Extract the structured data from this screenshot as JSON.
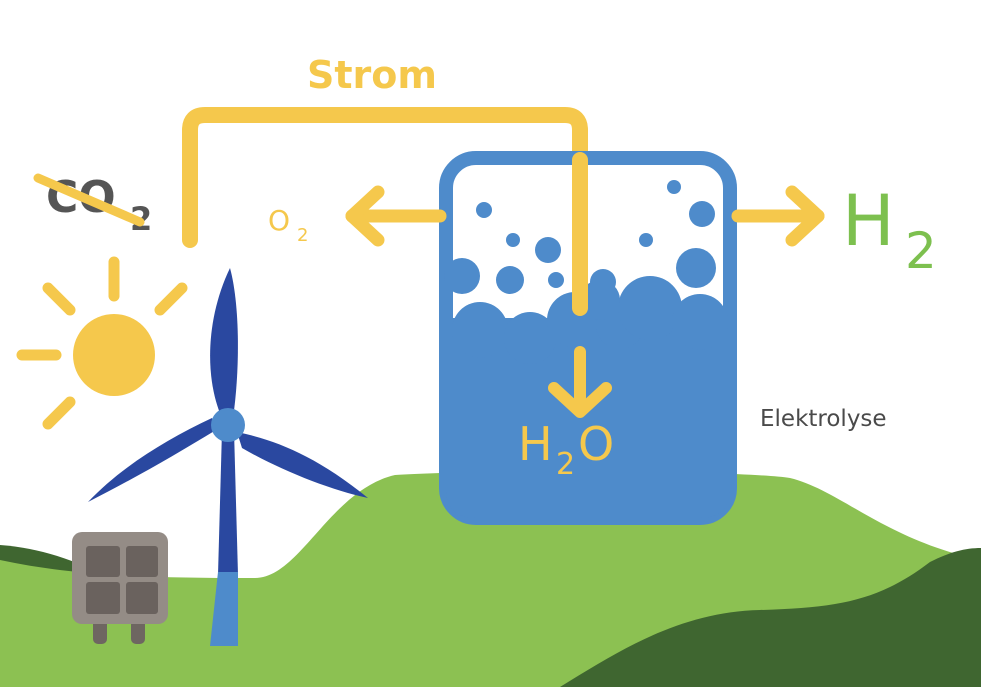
{
  "labels": {
    "strom": "Strom",
    "co2_main": "CO",
    "co2_sub": "2",
    "o2_main": "O",
    "o2_sub": "2",
    "h2_main": "H",
    "h2_sub": "2",
    "h2o_h": "H",
    "h2o_sub": "2",
    "h2o_o": "O",
    "elektrolyse": "Elektrolyse"
  },
  "colors": {
    "yellow": "#F5C84C",
    "blue": "#4E8BCB",
    "dark_blue": "#2A48A0",
    "light_green": "#8CC152",
    "dark_green": "#3F6630",
    "gray": "#6E6661",
    "h2_green": "#7DC04F",
    "text_dark": "#4A4A4A"
  }
}
